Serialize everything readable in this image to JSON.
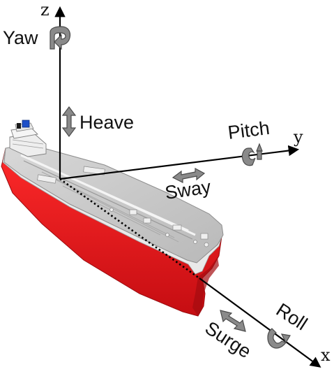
{
  "axes": {
    "x": "x",
    "y": "y",
    "z": "z"
  },
  "motions": {
    "yaw": "Yaw",
    "heave": "Heave",
    "pitch": "Pitch",
    "sway": "Sway",
    "surge": "Surge",
    "roll": "Roll"
  },
  "colors": {
    "hull_red": "#e0141b",
    "hull_dark": "#8c0a0e",
    "deck_grey": "#c9c9c9",
    "deck_light": "#e4e4e4",
    "arrow_fill": "#8a8a8a",
    "arrow_stroke": "#4a4a4a",
    "axis": "#000000"
  },
  "icons": [
    "curved-rotation-arrow-icon",
    "double-headed-arrow-icon"
  ]
}
